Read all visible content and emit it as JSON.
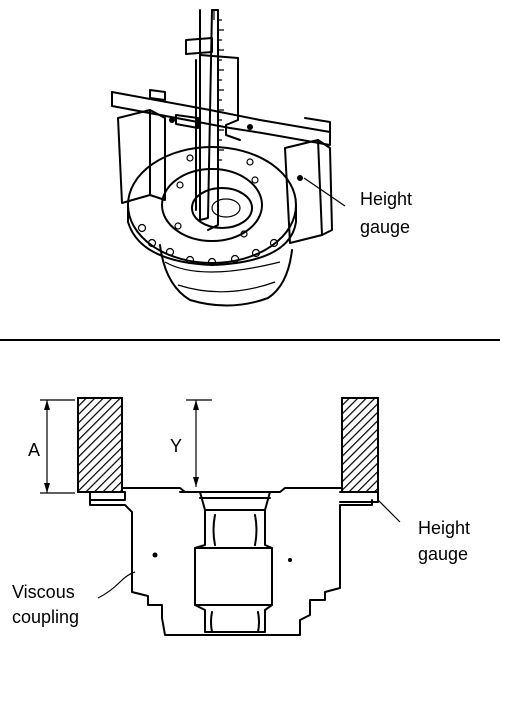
{
  "top_view": {
    "height_gauge_label_line1": "Height",
    "height_gauge_label_line2": "gauge"
  },
  "section_view": {
    "dimension_a": "A",
    "dimension_y": "Y",
    "height_gauge_label_line1": "Height",
    "height_gauge_label_line2": "gauge",
    "viscous_coupling_label_line1": "Viscous",
    "viscous_coupling_label_line2": "coupling"
  },
  "colors": {
    "ink": "#000000",
    "paper": "#ffffff"
  }
}
